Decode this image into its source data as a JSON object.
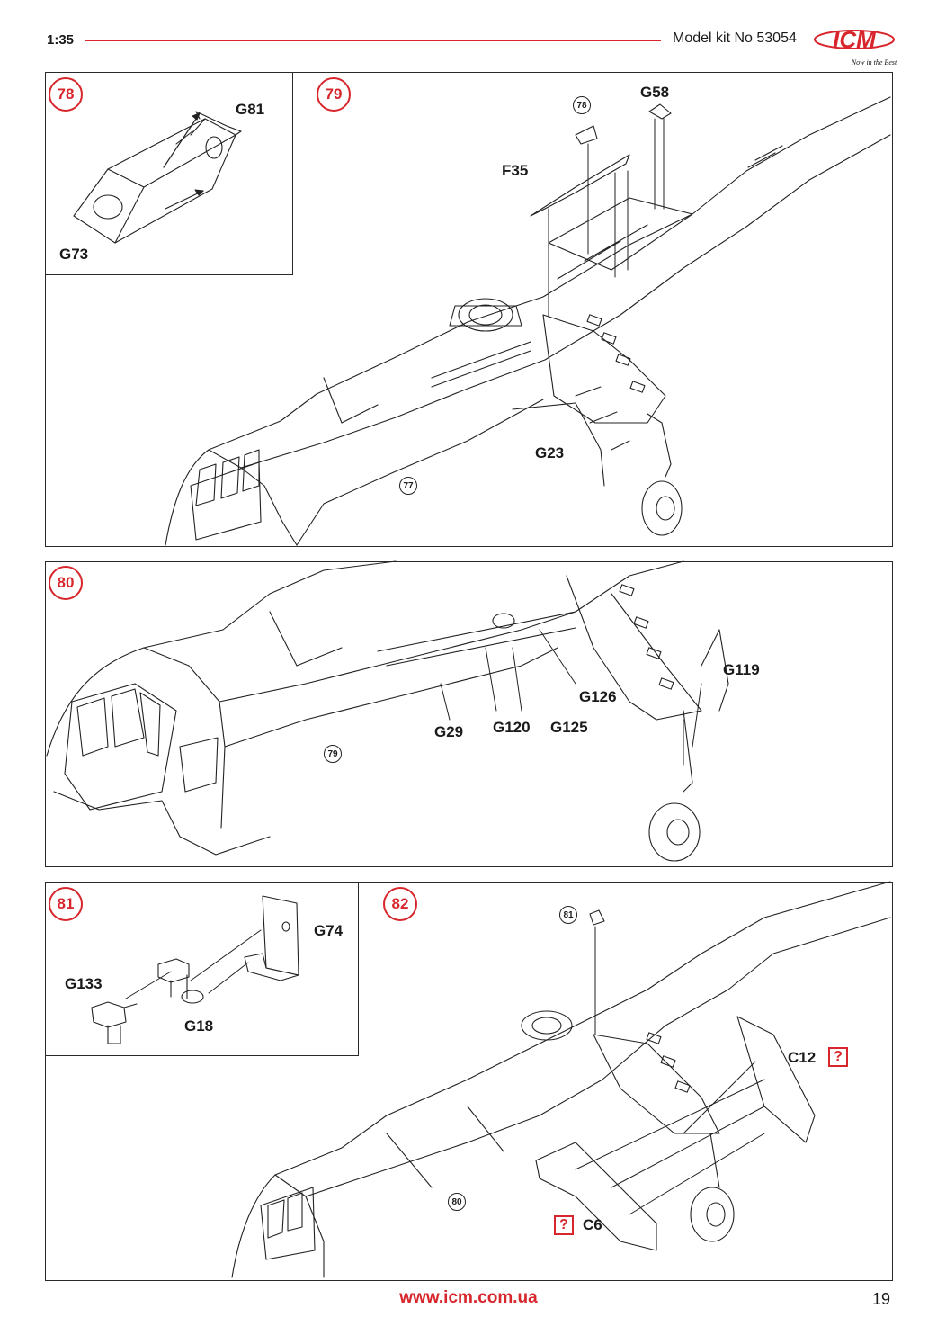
{
  "header": {
    "scale": "1:35",
    "kit": "Model kit No 53054",
    "brand": "ICM",
    "slogan": "Now in the Best",
    "accent_color": "#d7262c"
  },
  "steps": [
    {
      "number": "78",
      "parts": [
        "G81",
        "G73"
      ]
    },
    {
      "number": "79",
      "parts": [
        "G58",
        "F35",
        "G23"
      ],
      "refs": [
        "78",
        "77"
      ]
    },
    {
      "number": "80",
      "parts": [
        "G119",
        "G126",
        "G29",
        "G120",
        "G125"
      ],
      "refs": [
        "79"
      ]
    },
    {
      "number": "81",
      "parts": [
        "G74",
        "G133",
        "G18"
      ]
    },
    {
      "number": "82",
      "parts": [
        "C12",
        "C6"
      ],
      "refs": [
        "81",
        "80"
      ],
      "choice_mark": "?"
    }
  ],
  "footer": {
    "url": "www.icm.com.ua",
    "page": "19"
  }
}
